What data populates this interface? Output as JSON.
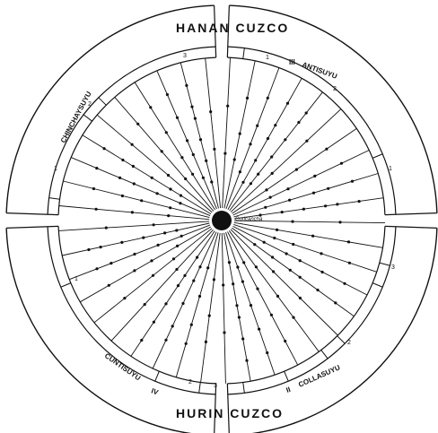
{
  "halves": {
    "upper": "HANAN   CUZCO",
    "lower": "HURIN   CUZCO"
  },
  "suyus": {
    "chinchaysuyu": "CHINCHAYSUYU",
    "antisuyu": "ANTISUYU",
    "antisuyu_num": "III",
    "collasuyu": "COLLASUYU",
    "collasuyu_num": "II",
    "cuntisuyu": "CUNTISUYU",
    "cuntisuyu_num": "IV"
  },
  "center": {
    "label": "Coricancha"
  },
  "markers": [
    "1",
    "2",
    "3"
  ],
  "colors": {
    "ink": "#111111",
    "paper": "#ffffff"
  }
}
